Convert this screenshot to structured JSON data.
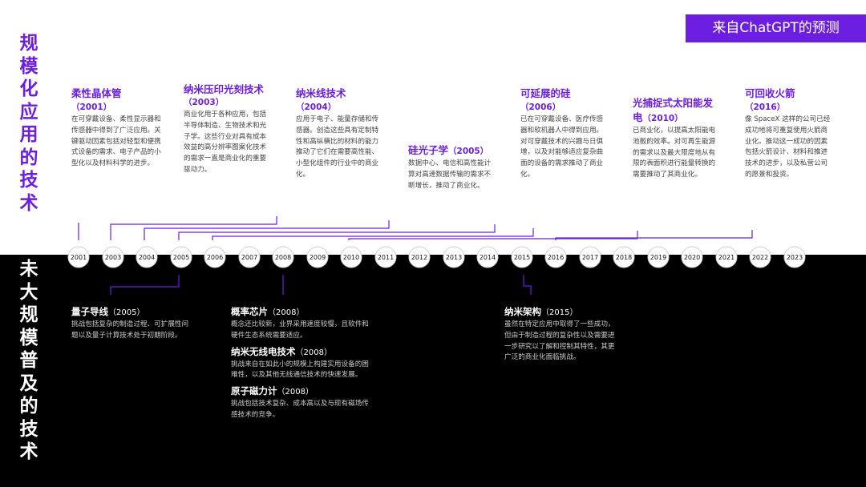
{
  "side_top": "规模化应用的技术",
  "side_bottom": "未大规模普及的技术",
  "badge": "来自ChatGPT的预测",
  "years": [
    "2001",
    "2003",
    "2004",
    "2005",
    "2006",
    "2007",
    "2008",
    "2009",
    "2010",
    "2011",
    "2012",
    "2013",
    "2014",
    "2015",
    "2016",
    "2017",
    "2018",
    "2019",
    "2020",
    "2021",
    "2022",
    "2023"
  ],
  "top_events": [
    {
      "title": "柔性晶体管",
      "year": "（2001）",
      "desc": "在可穿戴设备、柔性显示器和传感器中得到了广泛应用。关键驱动因素包括对轻型和便携式设备的需求、电子产品的小型化以及材料科学的进步。"
    },
    {
      "title": "纳米压印光刻技术",
      "year": "（2003）",
      "desc": "商业化用于各种应用，包括半导体制造、生物技术和光子学。这些行业对具有成本效益的高分辨率图案化技术的需求一直是商业化的重要驱动力。"
    },
    {
      "title": "纳米线技术",
      "year": "（2004）",
      "desc": "应用于电子、能量存储和传感器。创造这些具有定制特性和高纵横比的材料的能力推动了它们在需要高性能、小型化组件的行业中的商业化。"
    },
    {
      "title": "硅光子学",
      "year": "（2005）",
      "desc": "数据中心、电信和高性能计算对高速数据传输的需求不断增长，推动了商业化。"
    },
    {
      "title": "可延展的硅",
      "year": "（2006）",
      "desc": "已在可穿戴设备、医疗传感器和软机器人中得到应用。对可穿戴技术的兴趣与日俱增，以及对能够适应复杂曲面的设备的需求推动了商业化。"
    },
    {
      "title": "光捕捉式太阳能发电",
      "year": "（2010）",
      "desc": "已商业化，以提高太阳能电池板的效率。对可再生能源的需求以及最大限度地从有限的表面积进行能量转换的需要推动了其商业化。"
    },
    {
      "title": "可回收火箭",
      "year": "（2016）",
      "desc": "像 SpaceX 这样的公司已经成功地将可重复使用火箭商业化。推动这一成功的因素包括火箭设计、材料和推进技术的进步，以及私营公司的愿景和投资。"
    }
  ],
  "bottom_events": [
    {
      "title": "量子导线",
      "year": "（2005）",
      "desc": "挑战包括复杂的制造过程、可扩展性问题以及量子计算技术处于初期阶段。"
    },
    {
      "title": "概率芯片",
      "year": "（2008）",
      "desc": "概念还比较新，业界采用速度较慢，且软件和硬件生态系统需要适应。"
    },
    {
      "title": "纳米无线电技术",
      "year": "（2008）",
      "desc": "挑战来自在如此小的规模上构建实用设备的困难性，以及其他无线通信技术的快速发展。"
    },
    {
      "title": "原子磁力计",
      "year": "（2008）",
      "desc": "挑战包括技术复杂、成本高以及与现有磁场传感技术的竞争。"
    },
    {
      "title": "纳米架构",
      "year": "（2015）",
      "desc": "虽然在特定应用中取得了一些成功，但由于制造过程的复杂性以及需要进一步研究以了解和控制其特性，其更广泛的商业化面临挑战。"
    }
  ],
  "colors": {
    "accent": "#6b1ee0",
    "dark": "#000000"
  }
}
